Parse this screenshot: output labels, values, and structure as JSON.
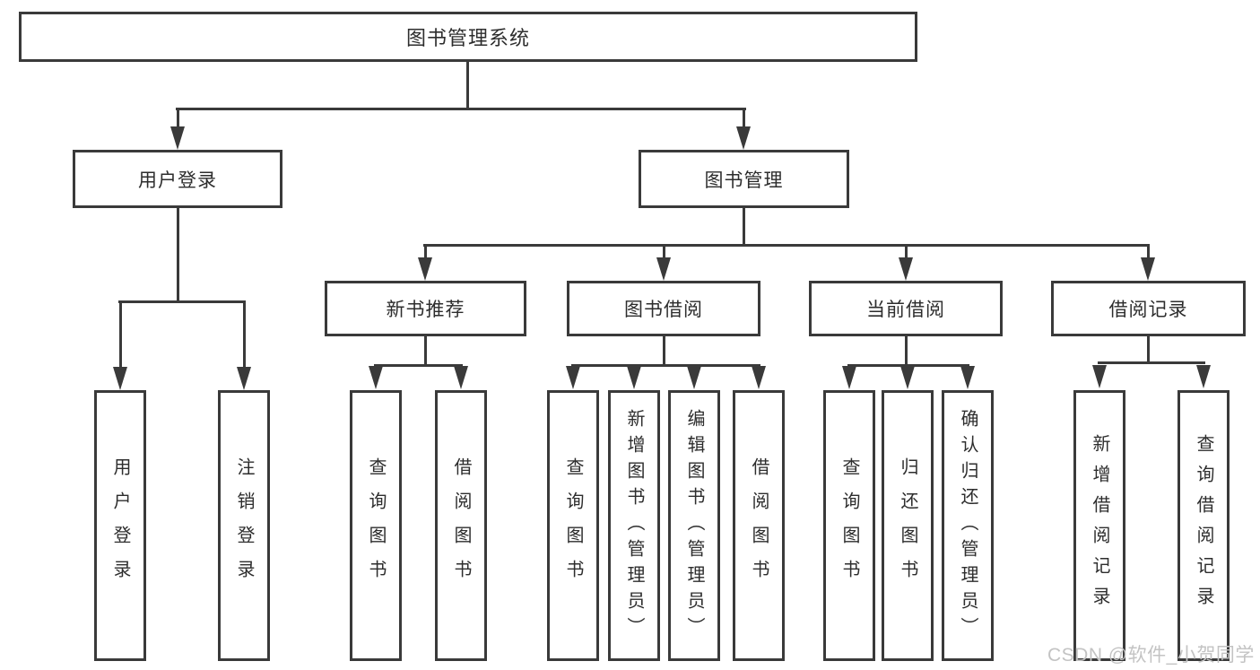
{
  "tree": {
    "root": "图书管理系统",
    "branches": [
      {
        "label": "用户登录",
        "children": [
          {
            "label": "用户登录"
          },
          {
            "label": "注销登录"
          }
        ]
      },
      {
        "label": "图书管理",
        "children": [
          {
            "label": "新书推荐",
            "children": [
              {
                "label": "查询图书"
              },
              {
                "label": "借阅图书"
              }
            ]
          },
          {
            "label": "图书借阅",
            "children": [
              {
                "label": "查询图书"
              },
              {
                "label": "新增图书（管理员）"
              },
              {
                "label": "编辑图书（管理员）"
              },
              {
                "label": "借阅图书"
              }
            ]
          },
          {
            "label": "当前借阅",
            "children": [
              {
                "label": "查询图书"
              },
              {
                "label": "归还图书"
              },
              {
                "label": "确认归还（管理员）"
              }
            ]
          },
          {
            "label": "借阅记录",
            "children": [
              {
                "label": "新增借阅记录"
              },
              {
                "label": "查询借阅记录"
              }
            ]
          }
        ]
      }
    ]
  },
  "watermark": {
    "text": "CSDN @软件_小贺同学"
  },
  "colors": {
    "line": "#3a3a3a",
    "text": "#2d2d2d",
    "watermark": "#c3c3c3"
  }
}
